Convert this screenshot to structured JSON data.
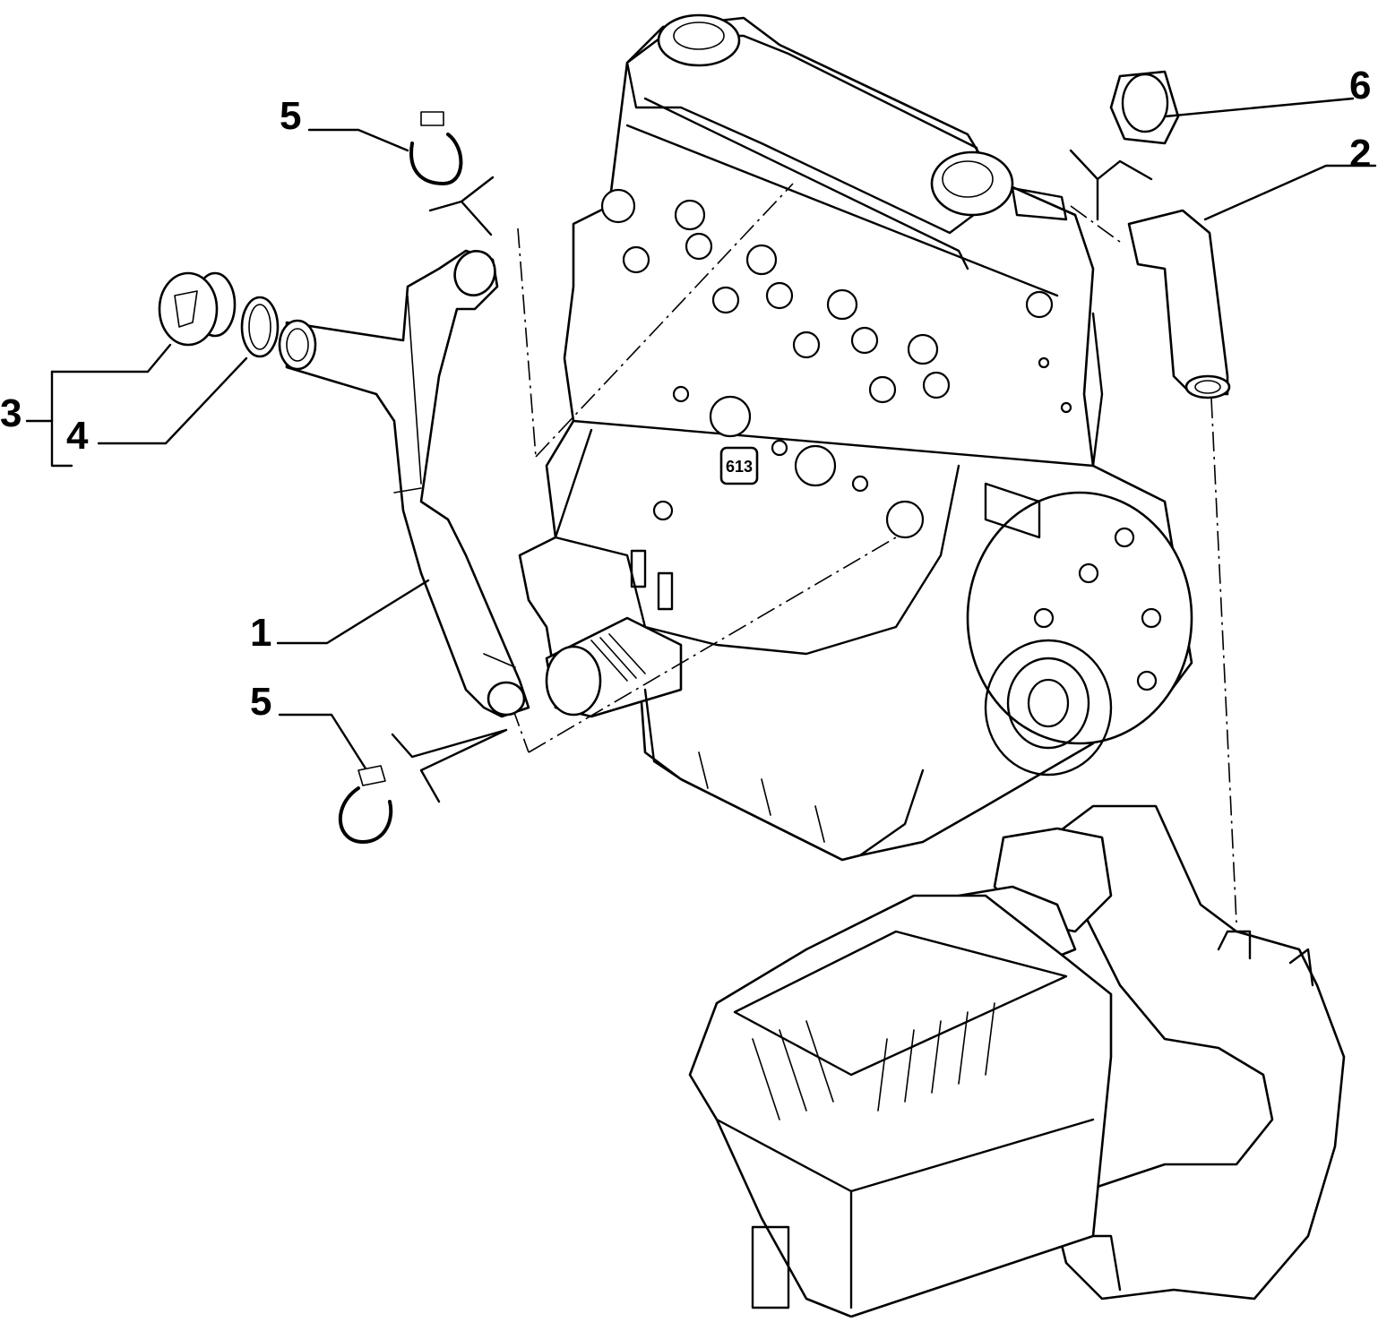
{
  "callouts": {
    "c1": "1",
    "c2": "2",
    "c3": "3",
    "c4": "4",
    "c5_top": "5",
    "c5_bottom": "5",
    "c6": "6"
  },
  "engine_marking": "613"
}
